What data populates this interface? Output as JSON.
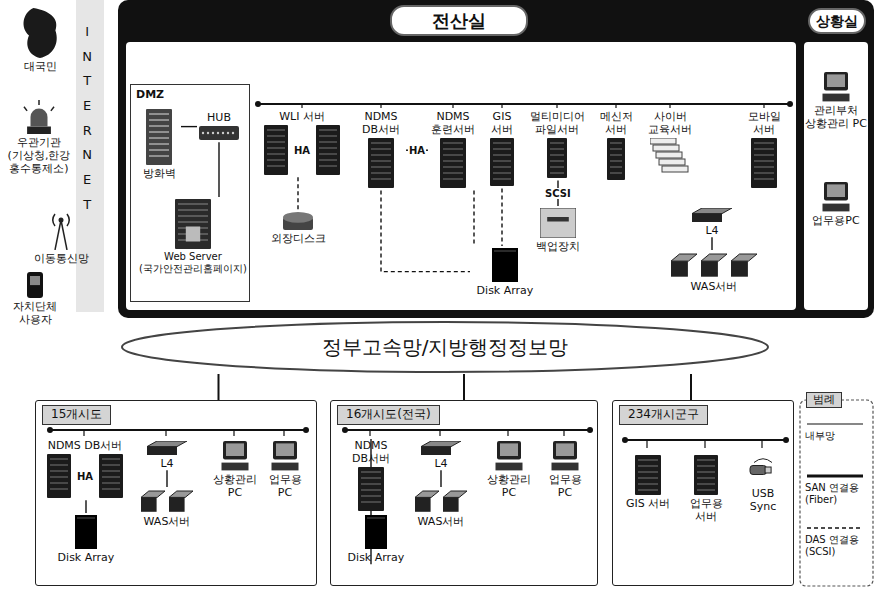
{
  "diagram": {
    "nodes": [
      {
        "text": [
          "대국민"
        ]
      },
      {
        "text": [
          "우관기관 (기상청,한강 홍수통제소)"
        ]
      },
      {
        "text": [
          "이동통신망"
        ]
      },
      {
        "text": [
          "자치단체 사용자"
        ]
      },
      {
        "text": [
          "전산실"
        ]
      },
      {
        "text": [
          "DMZ"
        ],
        "in": 4
      },
      {
        "text": [
          "방화벽"
        ],
        "in": 5
      },
      {
        "text": [
          "HUB"
        ],
        "in": 5
      },
      {
        "text": [
          "Web Server (국가안전관리홈페이지)"
        ],
        "in": 5
      },
      {
        "text": [
          "WLI 서버"
        ],
        "in": 4
      },
      {
        "text": [
          "NDMS DB서버"
        ],
        "in": 4
      },
      {
        "text": [
          "NDMS 훈련서버"
        ],
        "in": 4
      },
      {
        "text": [
          "GIS 서버"
        ],
        "in": 4
      },
      {
        "text": [
          "멀티미디어 파일서버"
        ],
        "in": 4
      },
      {
        "text": [
          "메신저 서버"
        ],
        "in": 4
      },
      {
        "text": [
          "사이버 교육서버"
        ],
        "in": 4
      },
      {
        "text": [
          "모바일 서버"
        ],
        "in": 4
      },
      {
        "text": [
          "외장디스크"
        ],
        "in": 4
      },
      {
        "text": [
          "백업장치"
        ],
        "in": 4
      },
      {
        "text": [
          "Disk Array"
        ],
        "in": 4
      },
      {
        "text": [
          "L4"
        ],
        "in": 4
      },
      {
        "text": [
          "WAS서버"
        ],
        "in": 4
      },
      {
        "text": [
          "상황실"
        ]
      },
      {
        "text": [
          "관리부처 상황관리 PC"
        ],
        "in": 22
      },
      {
        "text": [
          "업무용PC"
        ],
        "in": 22
      },
      {
        "text": [
          "정부고속망/지방행정정보망"
        ]
      },
      {
        "text": [
          "15개시도"
        ]
      },
      {
        "text": [
          "NDMS DB서버"
        ],
        "in": 26
      },
      {
        "text": [
          "Disk Array"
        ],
        "in": 26
      },
      {
        "text": [
          "L4"
        ],
        "in": 26
      },
      {
        "text": [
          "WAS서버"
        ],
        "in": 26
      },
      {
        "text": [
          "상황관리 PC"
        ],
        "in": 26
      },
      {
        "text": [
          "업무용 PC"
        ],
        "in": 26
      },
      {
        "text": [
          "16개시도(전국)"
        ]
      },
      {
        "text": [
          "NDMS DB서버"
        ],
        "in": 33
      },
      {
        "text": [
          "Disk Array"
        ],
        "in": 33
      },
      {
        "text": [
          "L4"
        ],
        "in": 33
      },
      {
        "text": [
          "WAS서버"
        ],
        "in": 33
      },
      {
        "text": [
          "상황관리 PC"
        ],
        "in": 33
      },
      {
        "text": [
          "업무용 PC"
        ],
        "in": 33
      },
      {
        "text": [
          "234개시군구"
        ]
      },
      {
        "text": [
          "GIS 서버"
        ],
        "in": 40
      },
      {
        "text": [
          "업무용 서버"
        ],
        "in": 40
      },
      {
        "text": [
          "USB Sync"
        ],
        "in": 40
      }
    ],
    "edges": [
      {
        "from": 10,
        "to": 11,
        "label": "HA",
        "arrow": "none"
      },
      {
        "from": 9,
        "to": 17,
        "arrow": "none"
      },
      {
        "from": 10,
        "to": 19,
        "arrow": "none"
      },
      {
        "from": 11,
        "to": 19,
        "arrow": "none"
      },
      {
        "from": 12,
        "to": 19,
        "arrow": "none"
      },
      {
        "from": 13,
        "to": 18,
        "label": "SCSI",
        "arrow": "none"
      },
      {
        "from": 20,
        "to": 21,
        "arrow": "none"
      },
      {
        "from": 25,
        "to": 26,
        "arrow": "none"
      },
      {
        "from": 25,
        "to": 33,
        "arrow": "none"
      },
      {
        "from": 25,
        "to": 40,
        "arrow": "none"
      },
      {
        "from": 27,
        "to": 28,
        "arrow": "none"
      },
      {
        "from": 29,
        "to": 30,
        "arrow": "none"
      },
      {
        "from": 34,
        "to": 35,
        "arrow": "none"
      },
      {
        "from": 36,
        "to": 37,
        "arrow": "none"
      },
      {
        "from": 6,
        "to": 7,
        "arrow": "none"
      },
      {
        "from": 7,
        "to": 8,
        "arrow": "none"
      }
    ],
    "labels": [
      "INTERNET",
      "HA",
      "HA",
      "범례"
    ],
    "legend": [
      {
        "text": "내부망"
      },
      {
        "text": "SAN 연결용 (Fiber)"
      },
      {
        "text": "DAS 연결용 (SCSI)"
      }
    ]
  }
}
